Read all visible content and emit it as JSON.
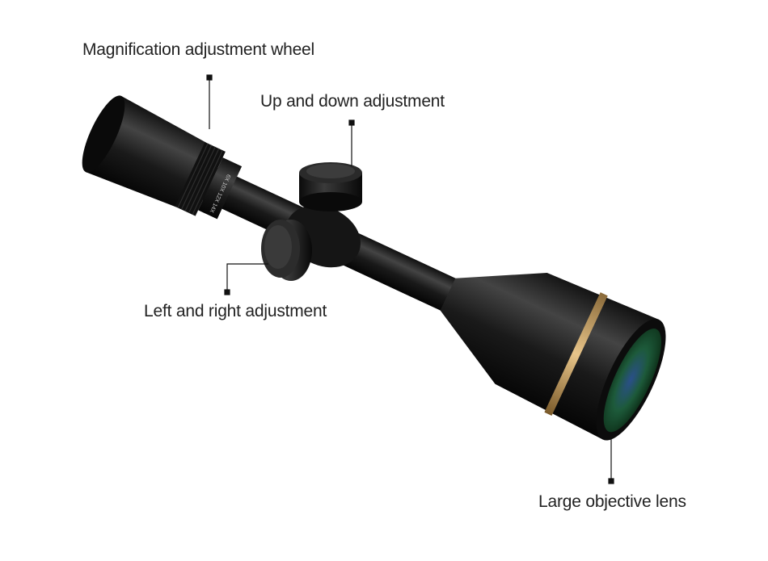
{
  "callouts": {
    "magnification": "Magnification adjustment wheel",
    "elevation": "Up and down adjustment",
    "windage": "Left and right adjustment",
    "objective": "Large objective lens"
  },
  "ring_markings": "6X 10X 12X 14X",
  "colors": {
    "body": "#141414",
    "accent_ring": "#c9a060",
    "lens": "#1f6a3a",
    "text": "#222222"
  }
}
